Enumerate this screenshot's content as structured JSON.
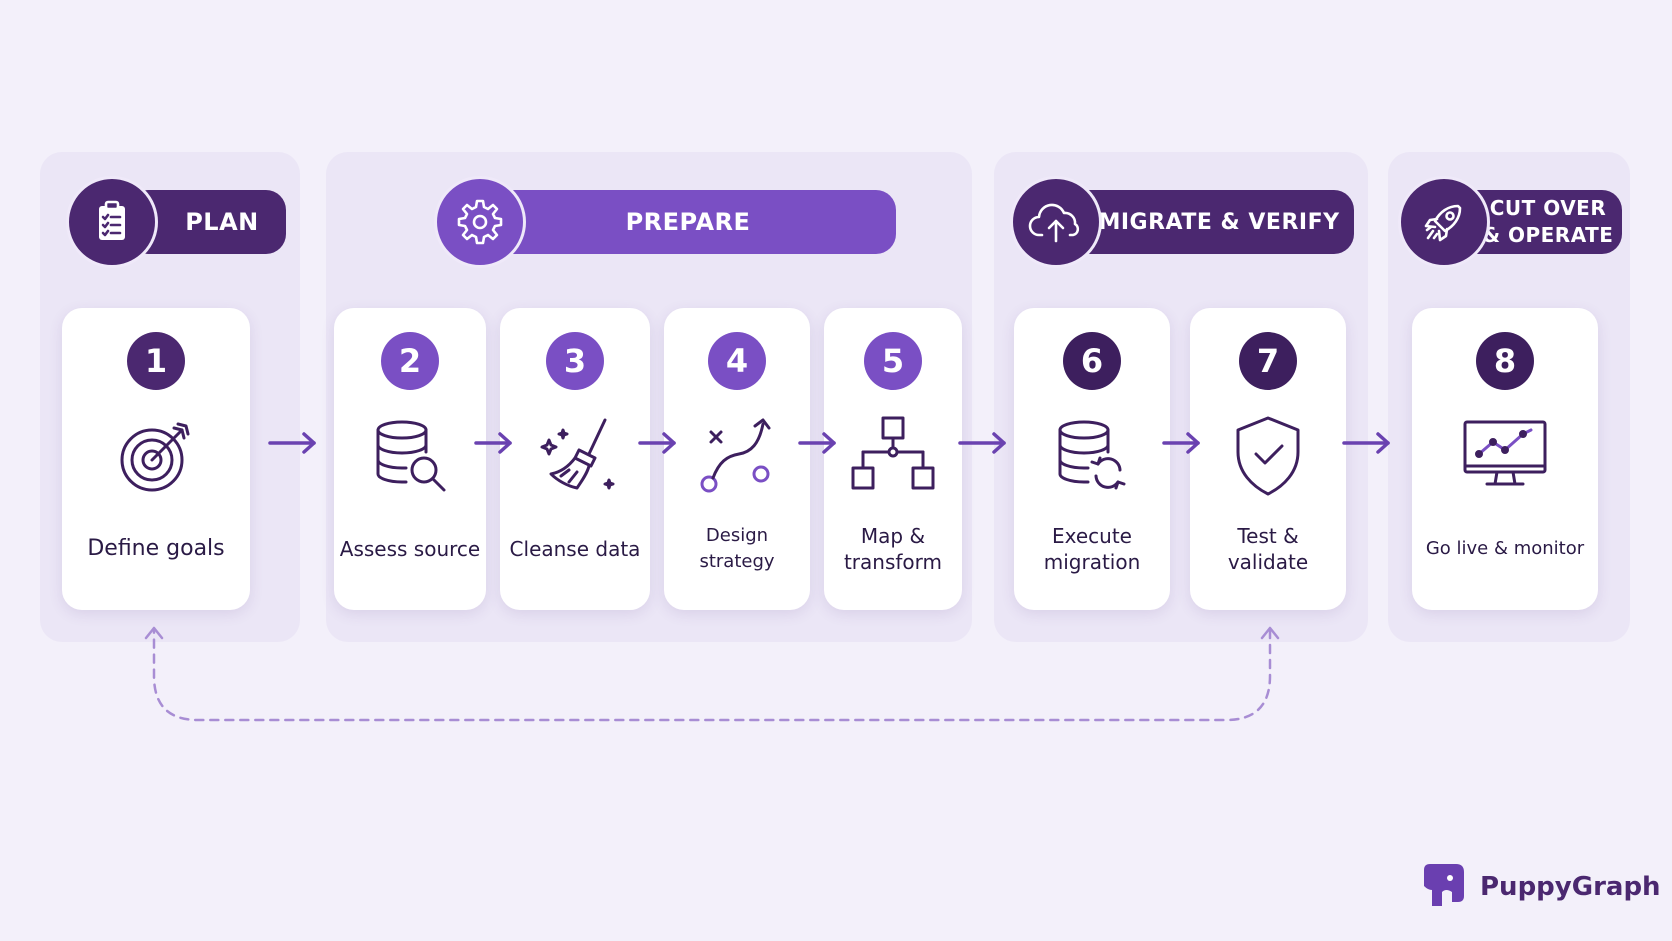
{
  "colors": {
    "background": "#f3f0fa",
    "panel": "#ebe6f6",
    "dark_purple": "#4b2870",
    "accent_purple": "#7a4fc4",
    "dark_number": "#3d1f5e"
  },
  "phases": [
    {
      "label": "PLAN",
      "icon": "clipboard-checklist-icon"
    },
    {
      "label": "PREPARE",
      "icon": "gear-icon"
    },
    {
      "label": "MIGRATE & VERIFY",
      "icon": "cloud-upload-icon"
    },
    {
      "label": "CUT OVER\n& OPERATE",
      "icon": "rocket-icon"
    }
  ],
  "steps": [
    {
      "number": "1",
      "label": "Define goals",
      "icon": "target-icon"
    },
    {
      "number": "2",
      "label": "Assess source",
      "icon": "database-search-icon"
    },
    {
      "number": "3",
      "label": "Cleanse data",
      "icon": "broom-icon"
    },
    {
      "number": "4",
      "label": "Design strategy",
      "icon": "strategy-path-icon"
    },
    {
      "number": "5",
      "label": "Map &\ntransform",
      "icon": "hierarchy-icon"
    },
    {
      "number": "6",
      "label": "Execute\nmigration",
      "icon": "database-sync-icon"
    },
    {
      "number": "7",
      "label": "Test &\nvalidate",
      "icon": "shield-check-icon"
    },
    {
      "number": "8",
      "label": "Go live & monitor",
      "icon": "monitor-chart-icon"
    }
  ],
  "feedback_loop": {
    "from_step": "7",
    "to_step": "1",
    "style": "dashed"
  },
  "brand": {
    "name": "PuppyGraph",
    "icon": "puppygraph-logo-icon"
  }
}
